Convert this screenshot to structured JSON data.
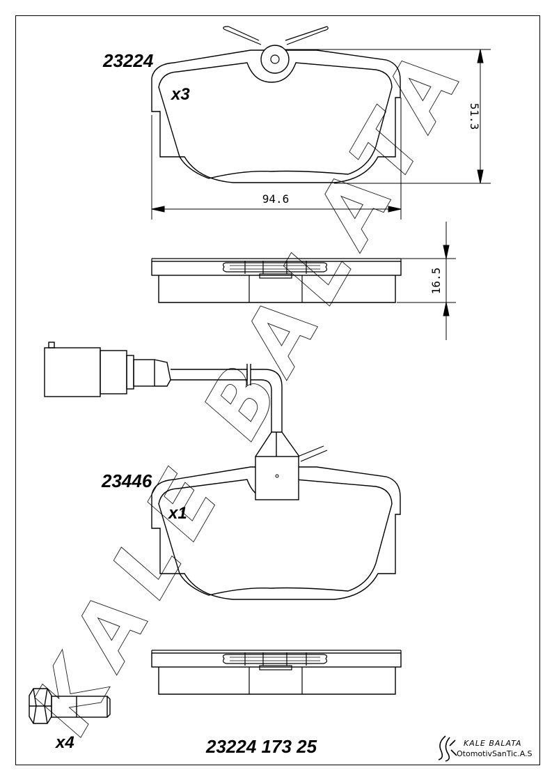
{
  "part_top": {
    "code": "23224",
    "quantity": "x3",
    "width_dim": "94.6",
    "height_dim": "51.3",
    "thickness_dim": "16.5"
  },
  "part_bottom": {
    "code": "23446",
    "quantity": "x1"
  },
  "bolts": {
    "quantity": "x4"
  },
  "footer": {
    "part_number": "23224 173 25"
  },
  "brand": {
    "name": "KALE BALATA",
    "company": "OtomotivSanTic.A.S"
  },
  "watermark": {
    "text": "KALE BALATA"
  }
}
